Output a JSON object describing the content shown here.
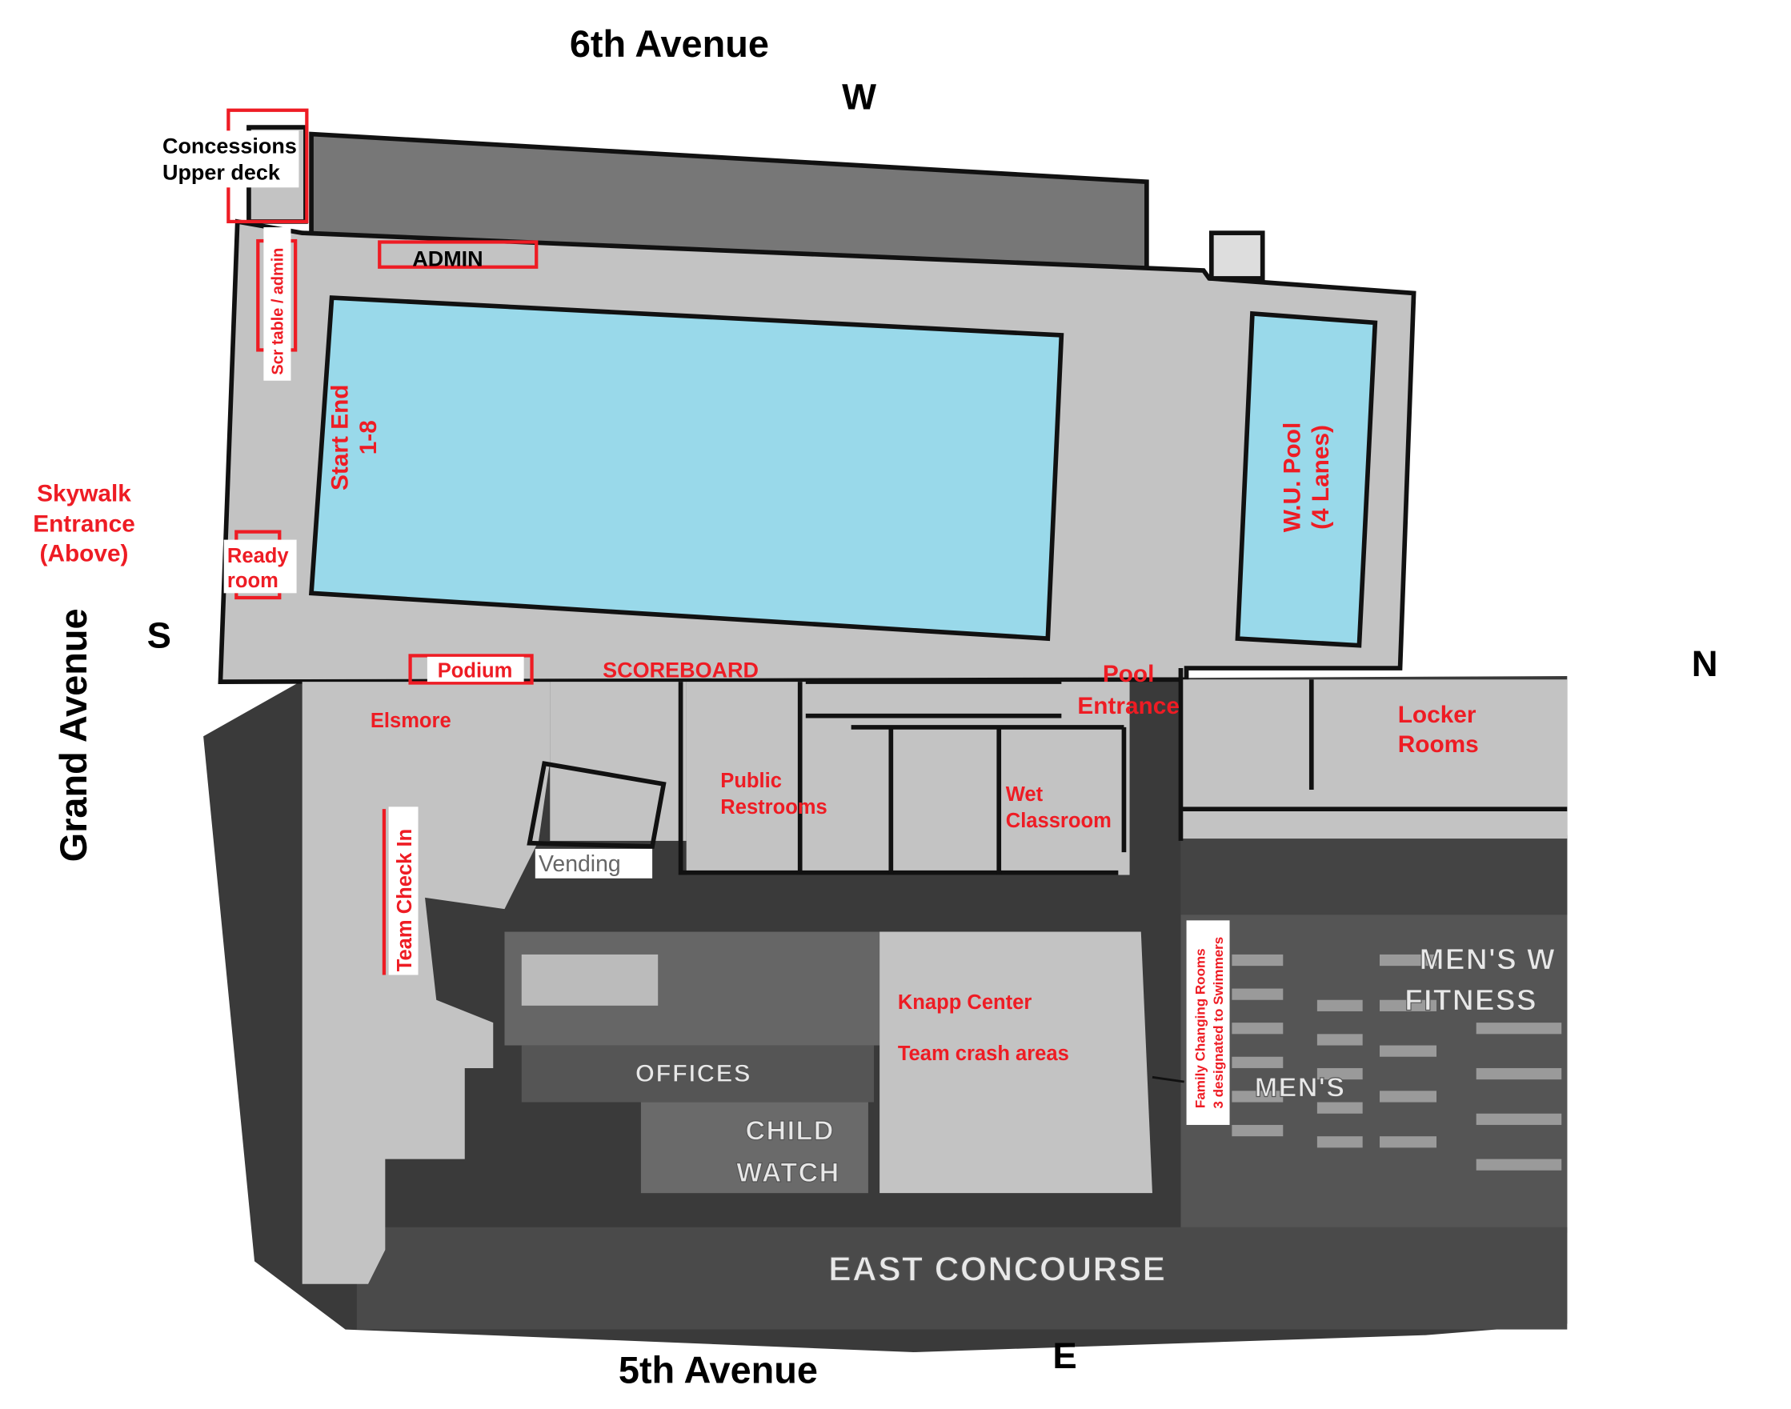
{
  "streets": {
    "top": "6th Avenue",
    "bottom": "5th Avenue",
    "left": "Grand Avenue"
  },
  "compass": {
    "north": "N",
    "south": "S",
    "east": "E",
    "west": "W"
  },
  "labels": {
    "concessions": [
      "Concessions",
      "Upper deck"
    ],
    "admin": "ADMIN",
    "scr_table": "Scr table / admin",
    "start_end": [
      "Start End",
      "1-8"
    ],
    "wu_pool": [
      "W.U. Pool",
      "(4 Lanes)"
    ],
    "skywalk": [
      "Skywalk",
      "Entrance",
      "(Above)"
    ],
    "ready_room": [
      "Ready",
      "room"
    ],
    "podium": "Podium",
    "scoreboard": "SCOREBOARD",
    "pool_entrance": [
      "Pool",
      "Entrance"
    ],
    "locker_rooms": [
      "Locker",
      "Rooms"
    ],
    "elsmore": "Elsmore",
    "public_restrooms": [
      "Public",
      "Restrooms"
    ],
    "wet_classroom": [
      "Wet",
      "Classroom"
    ],
    "vending": "Vending",
    "team_check_in": "Team Check In",
    "knapp_center": "Knapp Center",
    "team_crash": "Team crash areas",
    "family_changing": [
      "Family Changing Rooms",
      "3 designated to Swimmers"
    ]
  },
  "floorplan_text": {
    "offices": "OFFICES",
    "child_watch": [
      "CHILD",
      "WATCH"
    ],
    "mens_fitness": [
      "MEN'S W",
      "FITNESS"
    ],
    "mens": "MEN'S",
    "east_concourse": "EAST CONCOURSE"
  },
  "colors": {
    "pool": "#99d9ea",
    "deck": "#c3c3c3",
    "label": "#ee1c24"
  }
}
